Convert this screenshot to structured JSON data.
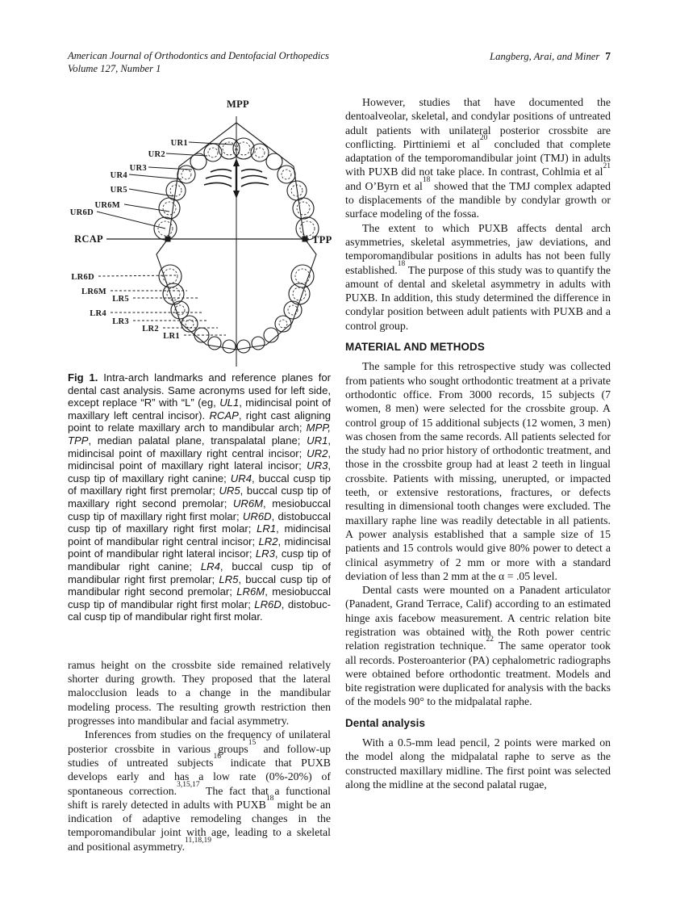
{
  "header": {
    "journal_line1": "American Journal of Orthodontics and Dentofacial Orthopedics",
    "journal_line2": "Volume 127, Number 1",
    "authors": "Langberg, Arai, and Miner",
    "page_number": "7"
  },
  "figure": {
    "labels": {
      "mpp": "MPP",
      "ur1": "UR1",
      "ur2": "UR2",
      "ur3": "UR3",
      "ur4": "UR4",
      "ur5": "UR5",
      "ur6m": "UR6M",
      "ur6d": "UR6D",
      "rcap": "RCAP",
      "tpp": "TPP",
      "lr6d": "LR6D",
      "lr6m": "LR6M",
      "lr5": "LR5",
      "lr4": "LR4",
      "lr3": "LR3",
      "lr2": "LR2",
      "lr1": "LR1"
    },
    "caption": [
      {
        "t": "Fig 1.",
        "b": true
      },
      {
        "t": " Intra-arch landmarks and reference planes for dental cast analysis. Same acronyms used for left side, except replace “R” with “L” (eg, "
      },
      {
        "t": "UL1",
        "i": true
      },
      {
        "t": ", midincisal point of maxillary left central incisor). "
      },
      {
        "t": "RCAP",
        "i": true
      },
      {
        "t": ", right cast aligning point to relate maxillary arch to mandibular arch; "
      },
      {
        "t": "MPP, TPP",
        "i": true
      },
      {
        "t": ", median palatal plane, transpalatal plane; "
      },
      {
        "t": "UR1",
        "i": true
      },
      {
        "t": ", midincisal point of maxillary right central incisor; "
      },
      {
        "t": "UR2",
        "i": true
      },
      {
        "t": ", midincisal point of maxillary right lateral incisor; "
      },
      {
        "t": "UR3",
        "i": true
      },
      {
        "t": ", cusp tip of maxillary right canine; "
      },
      {
        "t": "UR4",
        "i": true
      },
      {
        "t": ", buccal cusp tip of maxillary right first premolar; "
      },
      {
        "t": "UR5",
        "i": true
      },
      {
        "t": ", buccal cusp tip of maxillary right second premolar; "
      },
      {
        "t": "UR6M",
        "i": true
      },
      {
        "t": ", mesiobuccal cusp tip of maxillary right first molar; "
      },
      {
        "t": "UR6D",
        "i": true
      },
      {
        "t": ", distobuccal cusp tip of maxillary right first molar; "
      },
      {
        "t": "LR1",
        "i": true
      },
      {
        "t": ", midincisal point of mandibular right central incisor; "
      },
      {
        "t": "LR2",
        "i": true
      },
      {
        "t": ", midincisal point of mandibular right lateral incisor; "
      },
      {
        "t": "LR3",
        "i": true
      },
      {
        "t": ", cusp tip of mandibular right canine; "
      },
      {
        "t": "LR4",
        "i": true
      },
      {
        "t": ", buccal cusp tip of mandibular right first premolar; "
      },
      {
        "t": "LR5",
        "i": true
      },
      {
        "t": ", buccal cusp tip of mandibular right second premolar; "
      },
      {
        "t": "LR6M",
        "i": true
      },
      {
        "t": ", mesiobuccal cusp tip of mandibular right first molar; "
      },
      {
        "t": "LR6D",
        "i": true
      },
      {
        "t": ", distobuc-cal cusp tip of mandibular right first molar."
      }
    ]
  },
  "left_column": {
    "p1": [
      {
        "t": "ramus height on the crossbite side remained relatively shorter during growth. They proposed that the lateral malocclusion leads to a change in the mandibular modeling process. The resulting growth restriction then progresses into mandibular and facial asymmetry."
      }
    ],
    "p2": [
      {
        "t": "Inferences from studies on the frequency of unilateral posterior crossbite in various groups"
      },
      {
        "t": "15",
        "sup": true
      },
      {
        "t": " and follow-up studies of untreated subjects"
      },
      {
        "t": "16",
        "sup": true
      },
      {
        "t": " indicate that PUXB develops early and has a low rate (0%-20%) of spontaneous correction."
      },
      {
        "t": "3,15,17",
        "sup": true
      },
      {
        "t": " The fact that a functional shift is rarely detected in adults with PUXB"
      },
      {
        "t": "18",
        "sup": true
      },
      {
        "t": " might be an indication of adaptive remodeling changes in the temporomandibular joint with age, leading to a skeletal and positional asymmetry."
      },
      {
        "t": "11,18,19",
        "sup": true
      }
    ]
  },
  "right_column": {
    "p1": [
      {
        "t": "However, studies that have documented the dentoalveolar, skeletal, and condylar positions of untreated adult patients with unilateral posterior crossbite are conflicting. Pirttiniemi et al"
      },
      {
        "t": "20",
        "sup": true
      },
      {
        "t": " concluded that complete adaptation of the temporomandibular joint (TMJ) in adults with PUXB did not take place. In contrast, Cohlmia et al"
      },
      {
        "t": "21",
        "sup": true
      },
      {
        "t": " and O’Byrn et al"
      },
      {
        "t": "18",
        "sup": true
      },
      {
        "t": " showed that the TMJ complex adapted to displacements of the mandible by condylar growth or surface modeling of the fossa."
      }
    ],
    "p2": [
      {
        "t": "The extent to which PUXB affects dental arch asymmetries, skeletal asymmetries, jaw deviations, and temporomandibular positions in adults has not been fully established."
      },
      {
        "t": "18",
        "sup": true
      },
      {
        "t": " The purpose of this study was to quantify the amount of dental and skeletal asymmetry in adults with PUXB. In addition, this study determined the difference in condylar position between adult patients with PUXB and a control group."
      }
    ],
    "heading_methods": "MATERIAL AND METHODS",
    "p3": [
      {
        "t": "The sample for this retrospective study was collected from patients who sought orthodontic treatment at a private orthodontic office. From 3000 records, 15 subjects (7 women, 8 men) were selected for the crossbite group. A control group of 15 additional subjects (12 women, 3 men) was chosen from the same records. All patients selected for the study had no prior history of orthodontic treatment, and those in the crossbite group had at least 2 teeth in lingual crossbite. Patients with missing, unerupted, or impacted teeth, or extensive restorations, fractures, or defects resulting in dimensional tooth changes were excluded. The maxillary raphe line was readily detectable in all patients. A power analysis established that a sample size of 15 patients and 15 controls would give 80% power to detect a clinical asymmetry of 2 mm or more with a standard deviation of less than 2 mm at the α = .05 level."
      }
    ],
    "p4": [
      {
        "t": "Dental casts were mounted on a Panadent articulator (Panadent, Grand Terrace, Calif) according to an estimated hinge axis facebow measurement. A centric relation bite registration was obtained with the Roth power centric relation registration technique."
      },
      {
        "t": "22",
        "sup": true
      },
      {
        "t": " The same operator took all records. Posteroanterior (PA) cephalometric radiographs were obtained before orthodontic treatment. Models and bite registration were duplicated for analysis with the backs of the models 90° to the midpalatal raphe."
      }
    ],
    "heading_dental": "Dental analysis",
    "p5": [
      {
        "t": "With a 0.5-mm lead pencil, 2 points were marked on the model along the midpalatal raphe to serve as the constructed maxillary midline. The first point was selected along the midline at the second palatal rugae,"
      }
    ]
  }
}
